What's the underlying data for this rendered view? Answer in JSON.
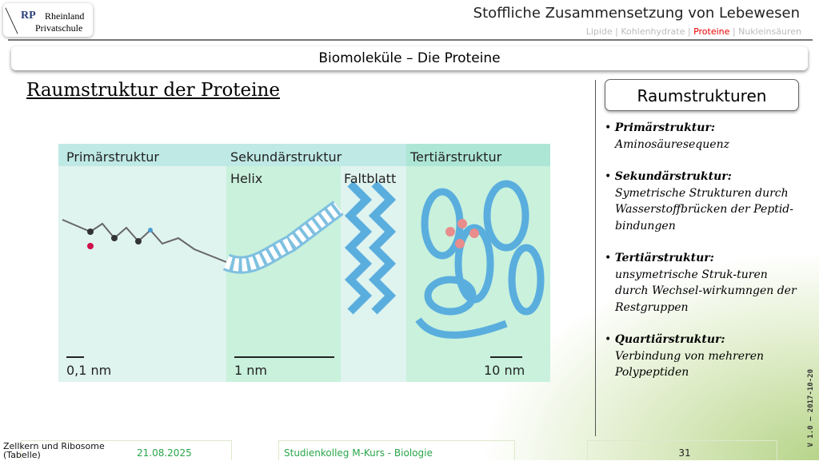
{
  "logo": {
    "abbr": "RP",
    "line1": "Rheinland",
    "line2": "Privatschule"
  },
  "header": {
    "title": "Stoffliche Zusammensetzung von Lebewesen",
    "crumbs": [
      "Lipide",
      "Kohlenhydrate",
      "Proteine",
      "Nukleinsäuren"
    ],
    "active_crumb": "Proteine",
    "active_color": "#e00000"
  },
  "banner": "Biomoleküle – Die Proteine",
  "heading": "Raumstruktur der Proteine",
  "figure": {
    "labels": {
      "primary": "Primärstruktur",
      "secondary": "Sekundärstruktur",
      "helix": "Helix",
      "sheet": "Faltblatt",
      "tertiary": "Tertiärstruktur"
    },
    "scales": [
      "0,1 nm",
      "1 nm",
      "10 nm"
    ]
  },
  "sidebar": {
    "title": "Raumstrukturen",
    "items": [
      {
        "term": "Primärstruktur:",
        "desc": [
          "Aminosäuresequenz"
        ]
      },
      {
        "term": "Sekundärstruktur:",
        "desc": [
          "Symetrische Strukturen durch",
          "Wasserstoffbrücken der Peptid-",
          "bindungen"
        ]
      },
      {
        "term": "Tertiärstruktur:",
        "desc": [
          "unsymetrische Struk-turen",
          "durch Wechsel-wirkumngen der",
          "Restgruppen"
        ]
      },
      {
        "term": "Quartiärstruktur:",
        "desc": [
          "Verbindung von mehreren",
          "Polypeptiden"
        ]
      }
    ]
  },
  "footer": {
    "note": "Zellkern und Ribosome (Tabelle)",
    "date": "21.08.2025",
    "course": "Studienkolleg M-Kurs - Biologie",
    "page": "31",
    "version": "V 1.0 – 2017-10-20"
  }
}
